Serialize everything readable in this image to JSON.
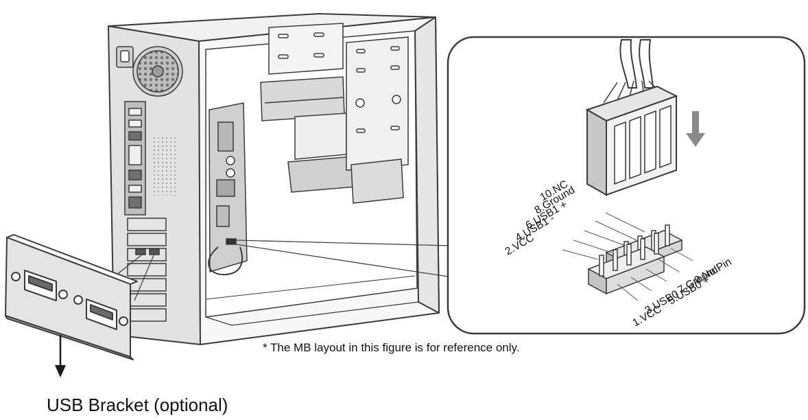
{
  "note": "* The MB layout in this figure is for reference only.",
  "bracket_caption": "USB Bracket (optional)",
  "pins_top_row": [
    "10.NC",
    "8.Ground",
    "6.USB1 +",
    "4.USB1 -",
    "2.VCC"
  ],
  "pins_bottom_row": [
    "9.No Pin",
    "7.Ground",
    "5.USB0 +",
    "3.USB0 -",
    "1.VCC"
  ],
  "colors": {
    "line": "#3a3a3a",
    "panel_fill": "#d4d4d4",
    "metal_light": "#e9e9e9",
    "metal_mid": "#c6c6c6",
    "metal_dark": "#8a8a8a"
  },
  "icons": {
    "down_arrow": "down-arrow-icon",
    "insert_arrow": "insert-arrow-icon"
  }
}
